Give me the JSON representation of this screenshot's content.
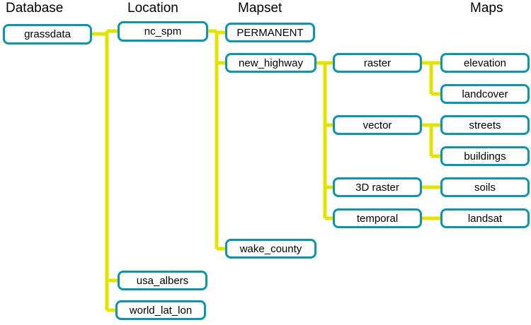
{
  "diagram": {
    "headers": {
      "database": "Database",
      "location": "Location",
      "mapset": "Mapset",
      "maps": "Maps"
    },
    "nodes": {
      "grassdata": "grassdata",
      "nc_spm": "nc_spm",
      "usa_albers": "usa_albers",
      "world_lat_lon": "world_lat_lon",
      "permanent": "PERMANENT",
      "new_highway": "new_highway",
      "wake_county": "wake_county",
      "raster": "raster",
      "vector": "vector",
      "raster_3d": "3D raster",
      "temporal": "temporal",
      "elevation": "elevation",
      "landcover": "landcover",
      "streets": "streets",
      "buildings": "buildings",
      "soils": "soils",
      "landsat": "landsat"
    },
    "colors": {
      "box_border": "#0e94ad",
      "connector": "#e3e300"
    }
  }
}
